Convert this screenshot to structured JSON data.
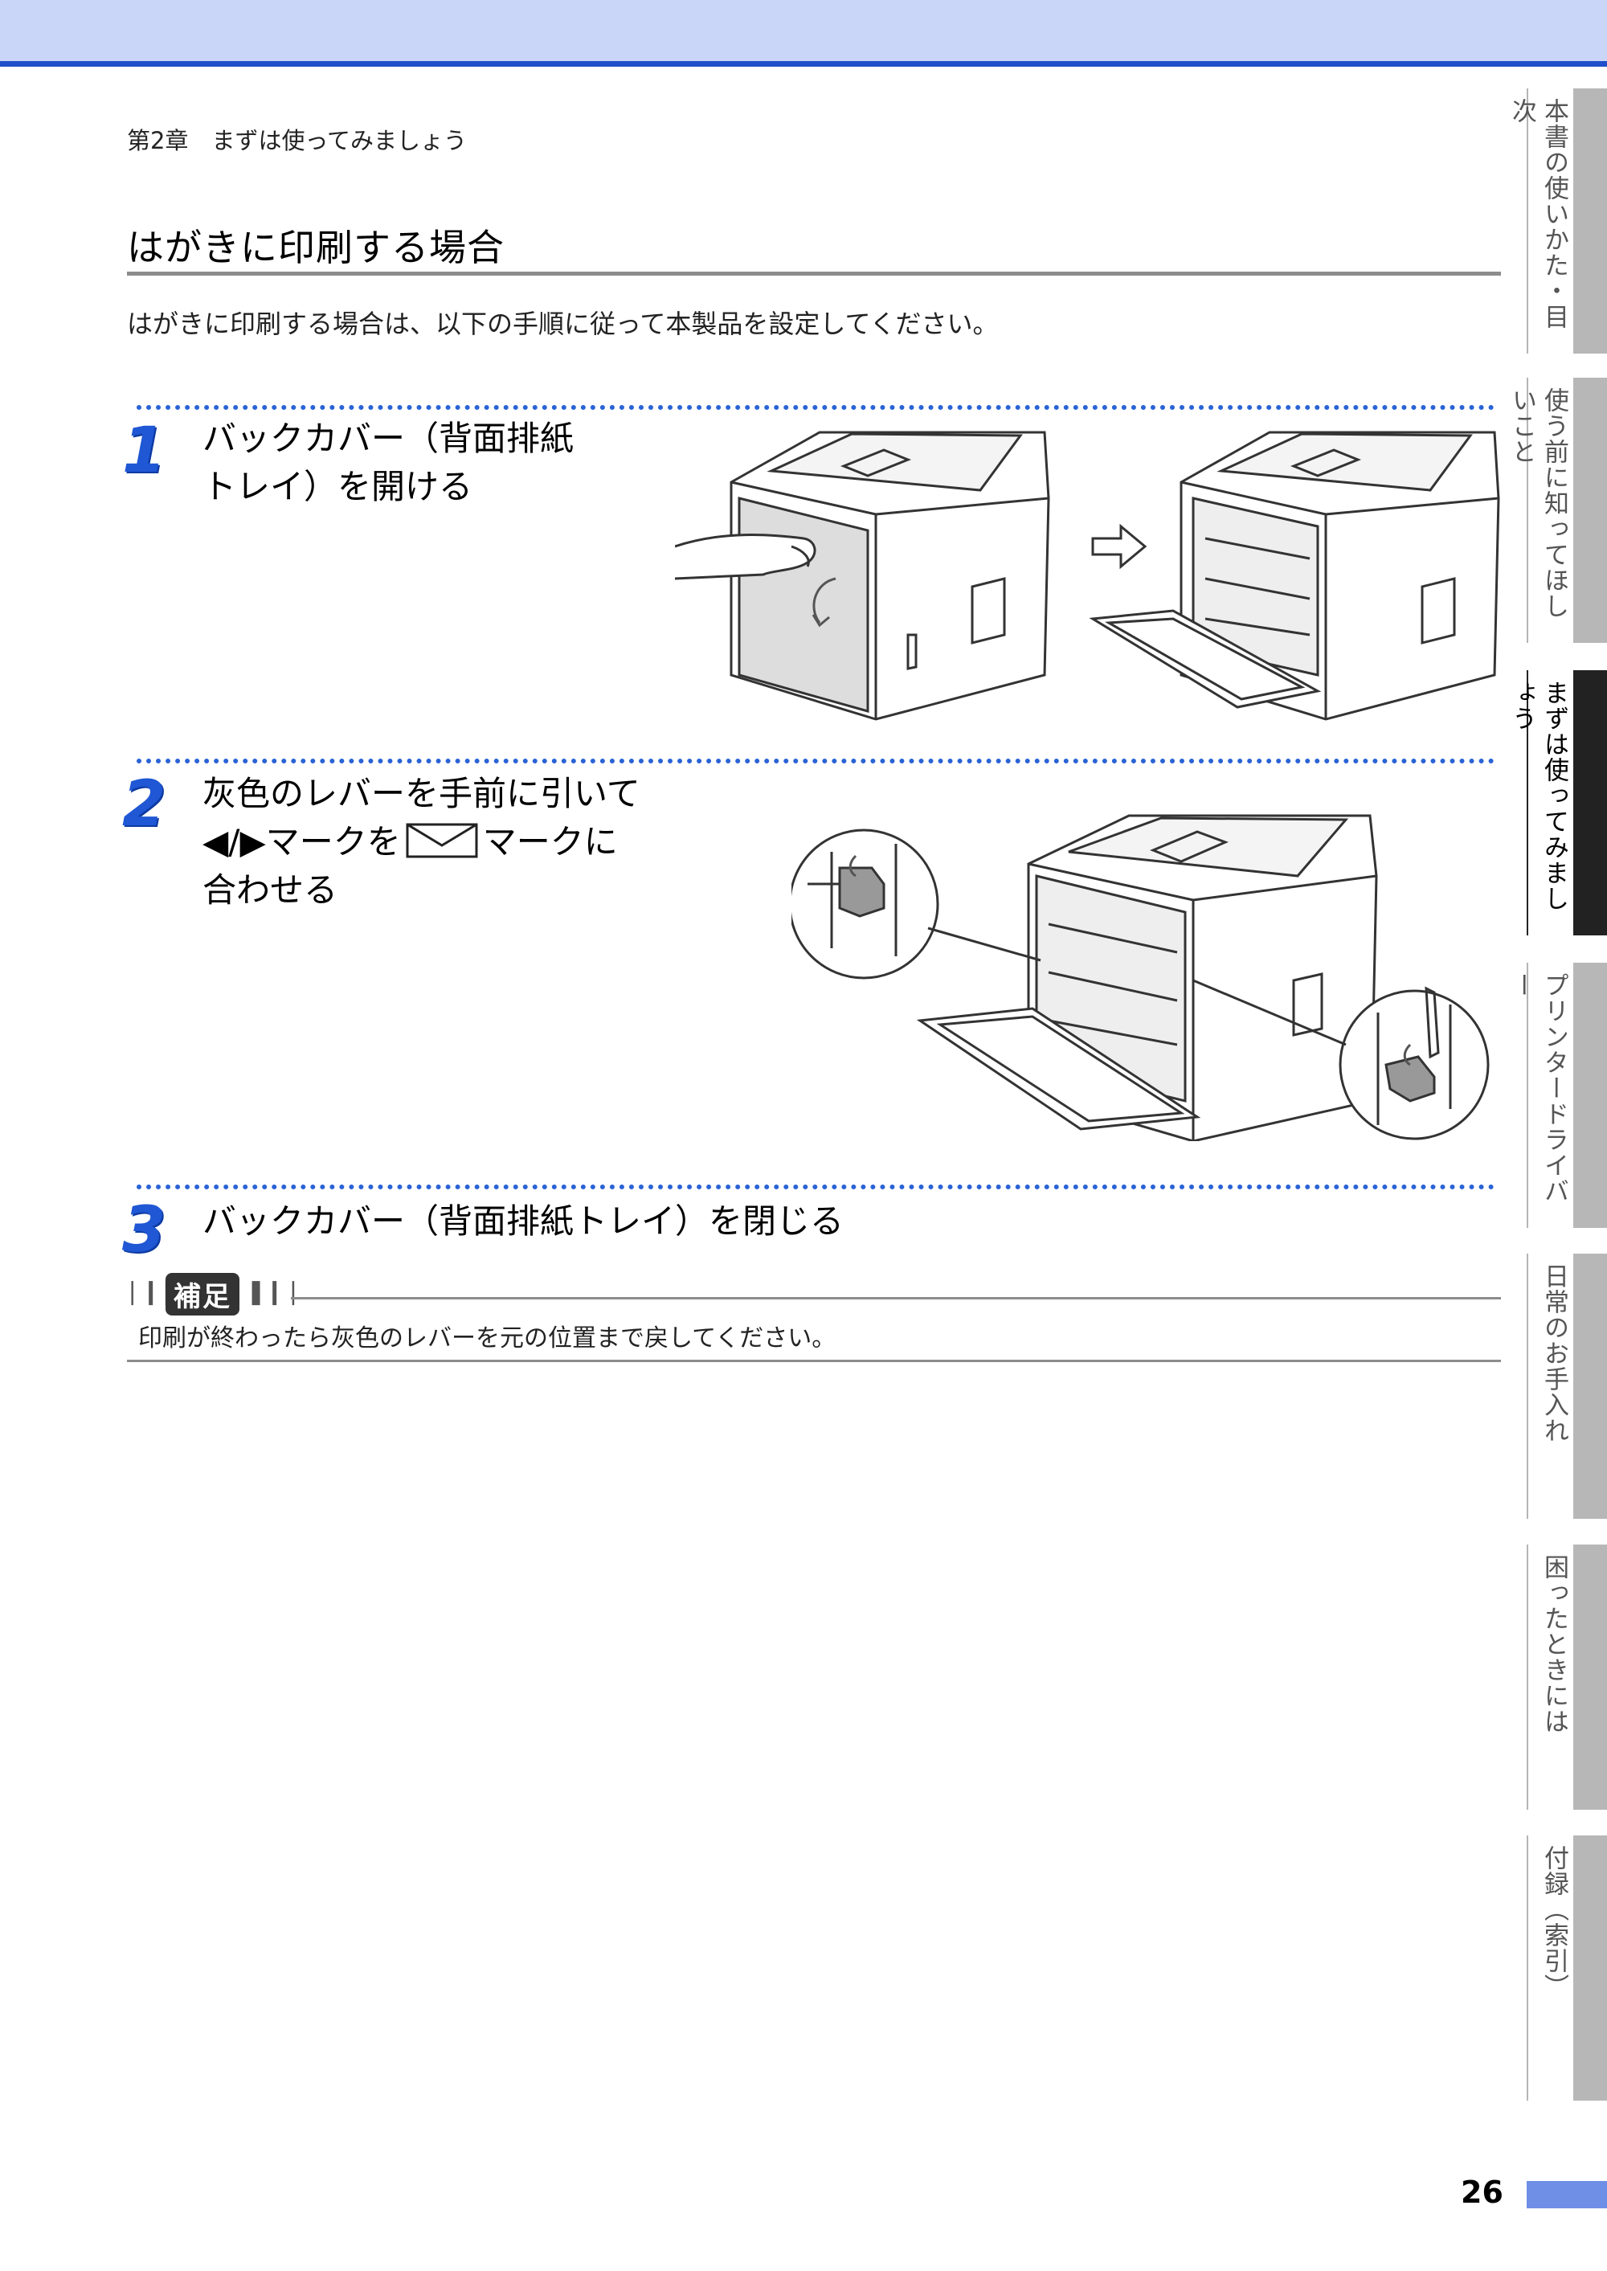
{
  "header": {
    "breadcrumb": "第2章　まずは使ってみましょう"
  },
  "section": {
    "title": "はがきに印刷する場合",
    "intro": "はがきに印刷する場合は、以下の手順に従って本製品を設定してください。"
  },
  "steps": [
    {
      "number": "1",
      "lines": [
        "バックカバー（背面排紙",
        "トレイ）を開ける"
      ]
    },
    {
      "number": "2",
      "line1": "灰色のレバーを手前に引いて",
      "line2a": "◀/▶マークを",
      "line2b": "マークに",
      "line3": "合わせる"
    },
    {
      "number": "3",
      "lines": [
        "バックカバー（背面排紙トレイ）を閉じる"
      ]
    }
  ],
  "note": {
    "label": "補足",
    "text": "印刷が終わったら灰色のレバーを元の位置まで戻してください。"
  },
  "side_tabs": [
    {
      "label": "本書の使いかた・目次",
      "active": false
    },
    {
      "label": "使う前に知ってほしいこと",
      "active": false
    },
    {
      "label": "まずは使ってみましょう",
      "active": true
    },
    {
      "label": "プリンタードライバー",
      "active": false
    },
    {
      "label": "日常のお手入れ",
      "active": false
    },
    {
      "label": "困ったときには",
      "active": false
    },
    {
      "label": "付録（索引）",
      "active": false
    }
  ],
  "footer": {
    "page_number": "26"
  },
  "colors": {
    "top_band": "#c9d6f7",
    "accent_blue": "#1f50c9",
    "step_number": "#1f57d4",
    "tab_gray": "#b7b7b7",
    "tab_active": "#222222",
    "page_bar": "#6f8fe6"
  },
  "icons": {
    "arrow": "outline-right-arrow-icon",
    "envelope": "envelope-icon"
  }
}
